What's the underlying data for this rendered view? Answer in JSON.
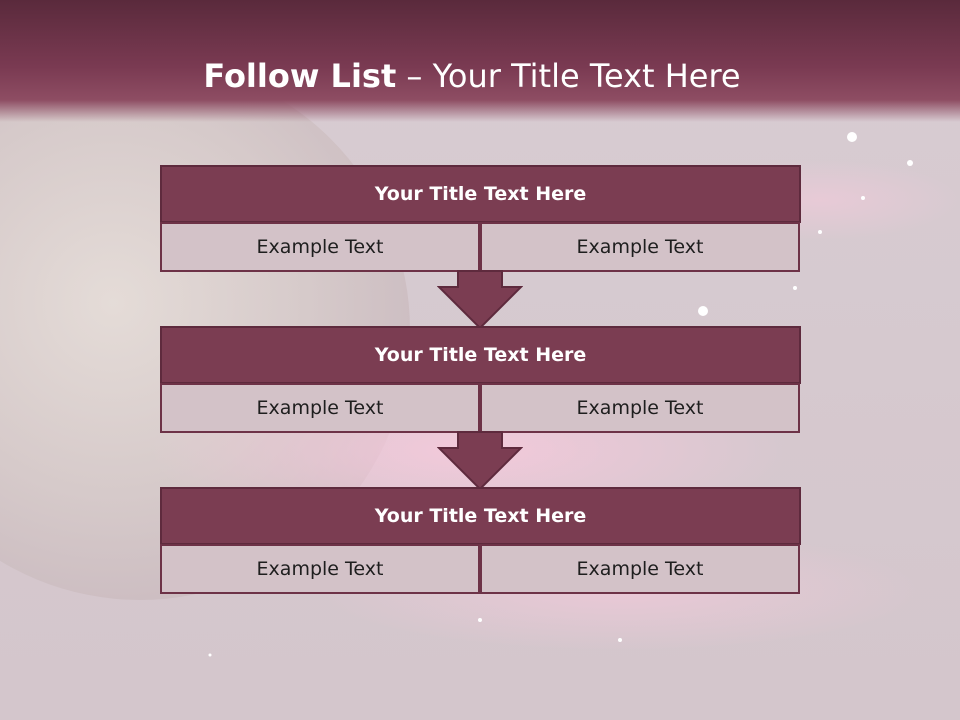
{
  "slide": {
    "title_bold": "Follow List",
    "title_rest": " – Your Title Text Here"
  },
  "blocks": [
    {
      "title": "Your Title Text Here",
      "left_text": "Example Text",
      "right_text": "Example Text"
    },
    {
      "title": "Your Title Text Here",
      "left_text": "Example Text",
      "right_text": "Example Text"
    },
    {
      "title": "Your Title Text Here",
      "left_text": "Example Text",
      "right_text": "Example Text"
    }
  ],
  "colors": {
    "header": "#7a3a52",
    "block_title_fill": "#7b3d52",
    "block_cell_fill": "#d3c2c8",
    "arrow_fill": "#7b3d52"
  }
}
